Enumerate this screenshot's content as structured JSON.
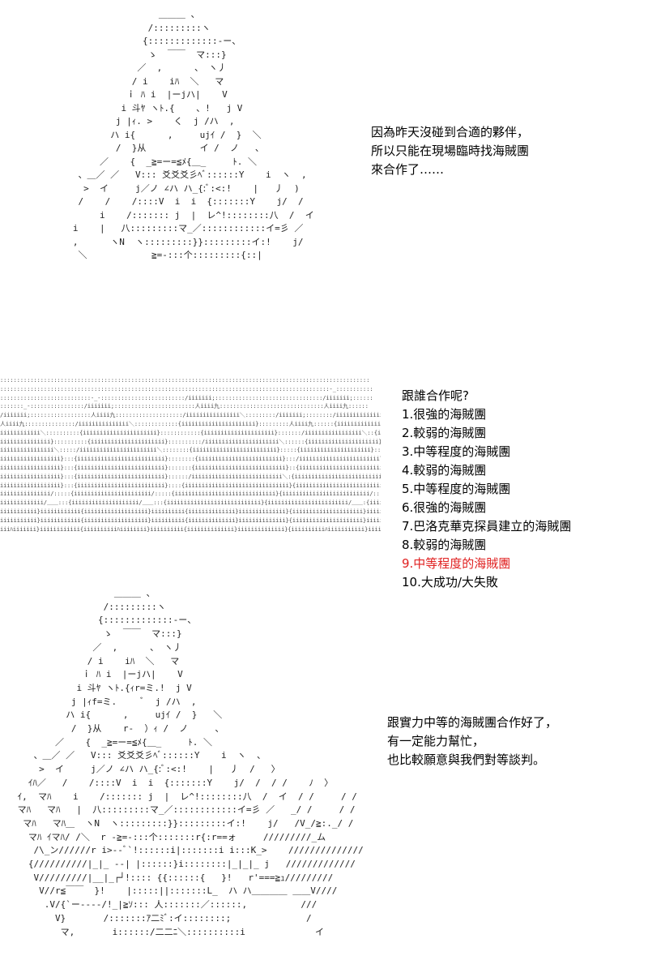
{
  "panel1": {
    "ascii_art": "                   ＿＿＿ 、\n                 /:::::::::ヽ\n                {:::::::::::::-ー、\n                 ゝ  ￣￣  マ:::}\n               ／  ,      、 ヽ丿\n              / i    iﾊ  ＼   マ\n             ｉ ﾊ i  |ーjハ|    V\n            i 斗ﾔ ヽﾄ.{    、!   j V\n           j |ｨ. >    く  j /ハ  ,\n          ハ i{      ,     ujｲ /  }  ＼\n           /  }从          イ /  ノ   、\n        ／    {  _≧=ー=≦ﾒ{＿_     ﾄ. ＼\n    、＿／ ／   V::: 爻爻爻彡ﾍﾞ::::::Y    i  ヽ  ,\n     >  イ     j／ノ ∠ハ ハ_{:ﾞ:<:!    |   丿  )\n    /    /    /::::V  i  i  {:::::::Y    j/  /\n        i    /::::::: j  |  レ^!::::::::八  /  イ\n   i    |   八:::::::::マ_／::::::::::::イ=彡 ／\n   ,      ヽN  ヽ:::::::::}}:::::::::イ:!    j/\n    ＼            ≧=-:::个:::::::::{::|",
    "dialog": [
      "因為昨天沒碰到合適的夥伴，",
      "所以只能在現場臨時找海賊團",
      "來合作了……"
    ]
  },
  "panel2": {
    "ascii_art": "::::::::::::::::::::::::::::::::::::::::::::::::::::::::::::::::::::::::::::::::::::::::::::::::::::::::::::::\n::::::::::::::::::::::::::::::::::::::::::::::::::::::::::::::::::::::::::::::::::::::::::::::::::-_:::::::::::\n:::::::::::::::::::::::::::-_-:::::::::::::::::::::::::/iiiiiii;::::::::::::::::::::::::::::::::/iiiiiii;::::::\n:::::::_-::::::::::::::::/iiiiiii;::::::::::::::::::::::::人iiii九:::::::::::::::::::::::::::::::人iiii九::::::\n/iiiiiii;::::::::::::::::::人iiii九::::::::::::::::::::/iiiiiiiiiiiiiiii＼:::::::::/iiiiiii;::::::::/iiiiiiiiiiiiii＼:::\n人iiii九:::::::::::::::/iiiiiiiiiiiiiii＼:::::::::::::{iiiiiiiiiiiiiiiiiiiiii}:::::::::人iiii九::::::{iiiiiiiiiiiiiiiiiiiii}::\niiiiiiiiiiii＼::::::::::{iiiiiiiiiiiiiiiiiiiiii}::::::::::::{iiiiiiiiiiiiiiiiiiiii}:::::::/iiiiiiiiiiiiiiiii＼::{iiiiiiiiiiiiiiiiiiiiii}::\niiiiiiiiiiiiiii}::::::::::{iiiiiiiiiiiiiiiiiiiiii}::::::::::/iiiiiiiiiiiiiiiiiiiiii＼::::::{iiiiiiiiiiiiiiiiiiiii}::{iiiiiiiiiiiiiiiiiiiiii}::\niiiiiiiiiiiiiiii＼:::::/iiiiiiiiiiiiiiiiiiiiiii＼::::::::{iiiiiiiiiiiiiiiiiiiiiiiii}:::::{iiiiiiiiiiiiiiiiiiiii}:::/iiiiiiiiiiiiiiiiiiiii＼:\niiiiiiiiiiiiiiiiii}:::{iiiiiiiiiiiiiiiiiiiiiiiiii}::::::::{iiiiiiiiiiiiiiiiiiiiiiiii}:::/iiiiiiiiiiiiiiiiiiiiiiii＼::{iiiiiiiiiiiiiiiiiiiiiiii}:\niiiiiiiiiiiiiiiiii}:::{iiiiiiiiiiiiiiiiiiiiiiiiii}:::::::{iiiiiiiiiiiiiiiiiiiiiiiiiii}::{iiiiiiiiiiiiiiiiiiiiiiiiiii}::{iiiiiiiiiiiiiiiiiiiiiiii}:\niiiiiiiiiiiiiiiiii}:::{iiiiiiiiiiiiiiiiiiiiiiiiii}::::::/iiiiiiiiiiiiiiiiiiiiiiiiiii＼:{iiiiiiiiiiiiiiiiiiiiiiiiiii}:/iiiiiiiiiiiiiiiiiiiiiiiiii＼\niiiiiiiiiiiiiiiiii}:::{iiiiiiiiiiiiiiiiiiiiiiiiii}::::{iiiiiiiiiiiiiiiiiiiiiiiiiiiiiii}{iiiiiiiiiiiiiiiiiiiiiiiiiii}:{iiiiiiiiiiiiiiiiiiiiiiiiiiii}\niiiiiiiiiiiiiii/:::::{iiiiiiiiiiiiiiiiiiiiiii/:::::{iiiiiiiiiiiiiiiiiiiiiiiiiiiiii}{iiiiiiiiiiiiiiiiiiiiiiiiii/:::{iiiiiiiiiiiiiiiiiiiiiiiiii}\niiiiiiiiiiiii/＿＿:::{iiiiiiiiiiiiiiiiiiii/＿＿:::{iiiiiiiiiiiiiiiiiiiiiiiiiiii}{iiiiiiiiiiiiiiiiiiiiiiii/＿＿:{iiiiiiiiiiiiiiiiiiiiiiiiii}\niiiiiiiiiii}iiiiiiiiiiii{iiiiiiiiiiiiiiiiiii}iiiiiiiiii{iiiiiiiiiiiiii}iiiiiiiiiiiiii}{iiiiiiiiiiiiiiiiiiiii}iiiiiiiiii{iiiiiiiii}iiiiiiiiiiiii}\niiiiiiiiiii}iiiiiiiiiiii{iiiiiiiiiiiiiiiiiii}iiiiiiiiii{iiiiiiiiiiiiii}iiiiiiiiiiiiii}{iiiiiiiiiiiiiiiiiiiii}iiiiiiiiii{iiiiiiiii}iiiiiiiiiiiii}\niiiﾊiiiiiii}iiiiiiiiiiii{iiiiiiiiiiﾊiiiiiiii}iiiiiiiiii{iiiiiiiiiiiiii}iiiiiiiiiiiiii}{iiiiiiiiiiﾊiiiiiiiiiii}iiiiiiiiii{iiiiiiiii}iiiiiiiiiiiii}",
    "dialog_title": "跟誰合作呢?",
    "options": [
      "1.很強的海賊團",
      "2.較弱的海賊團",
      "3.中等程度的海賊團",
      "4.較弱的海賊團",
      "5.中等程度的海賊團",
      "6.很強的海賊團",
      "7.巴洛克華克探員建立的海賊團",
      "8.較弱的海賊團",
      "9.中等程度的海賊團",
      "10.大成功/大失敗"
    ],
    "highlight_color": "#e02020"
  },
  "panel3": {
    "ascii_art": "                   ＿＿＿ 、\n                 /:::::::::ヽ\n                {:::::::::::::-ー、\n                 ゝ  ￣￣  マ:::}\n               ／  ,      、 ヽ丿\n              / i    iﾊ  ＼   マ\n             ｉ ﾊ i  |ーjハ|    V\n            i 斗ﾔ ヽﾄ.{ｨr=ミ.!  j V\n           j |ｨf=ミ.     ﾞ  j /ハ  ,\n          ハ i{      ,     ujｲ /  }   ＼\n           /  }从    r‐  ）ｨ /  ノ     、\n        ／    {  _≧=ー=≦ﾒ{＿_     ﾄ. ＼\n    、＿／ ／   V::: 爻爻爻彡ﾍﾞ::::::Y    i  ヽ  、\n     >  イ     j／ノ ∠ハ ハ_{:ﾞ:<:!    |   丿  /   〉\n   ｲﾊ／   /    /::::V  i  i  {:::::::Y    j/  /  / /    ﾉ  〉\n ｲ,  マﾊ    i    /::::::: j  |  レ^!::::::::八  /  イ  / /     / /\n マﾊ   マﾊ   |  八:::::::::マ_／::::::::::::イ=彡 ／   _/ /     / /\n  マﾊ   マﾊ＿  ヽN  ヽ:::::::::}}:::::::::イ:!    j/   /V_/≧:._/ /\n   マﾊ ｲマﾊ/ /＼  r ‐≧=-:::个:::::::r{:r==ォ     /////////_ム\n    /\\_ン//////r i>‐‐ﾞ`!::::::i|:::::::i i:::K_>    //////////////\n   {//////////|_|_ ‐‐| |::::::}i::::::::|_|_|_ j   /////////////\n    V/////////|__|_┌┘!:::: {{::::::{   }!   r'===≧ｭ/////////\n     V//r≦￣￣  }!    |:::::||:::::::L_  ハ ハ＿＿＿＿ ＿＿V////\n      .V/{`ー‐‐‐‐/!_|≧ｿ::: 人:::::::／::::::,          ///\n        V}       /:::::::ｱ二ﾐﾞ:イ::::::::;              /\n         マ,       i::::::/二二ﾆ＼::::::::::i             イ",
    "dialog": [
      "跟實力中等的海賊團合作好了，",
      "有一定能力幫忙，",
      "也比較願意與我們對等談判。"
    ]
  }
}
